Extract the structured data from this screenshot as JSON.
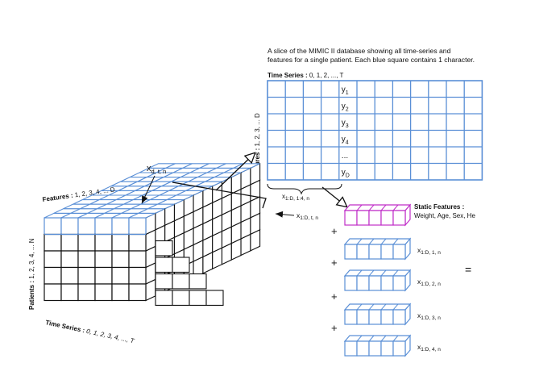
{
  "caption": {
    "line1": "A slice of the MIMIC II database showing all time-series and",
    "line2": "features for a single patient. Each blue square contains 1 character."
  },
  "slice": {
    "time_series_bold": "Time Series :",
    "time_series_values": " 0, 1, 2, ..., T",
    "features_bold": "Features :",
    "features_values": " 1, 2, 3, ... D",
    "y_labels": [
      {
        "base": "y",
        "sub": "1"
      },
      {
        "base": "y",
        "sub": "2"
      },
      {
        "base": "y",
        "sub": "3"
      },
      {
        "base": "y",
        "sub": "4"
      },
      {
        "base": "...",
        "sub": ""
      },
      {
        "base": "y",
        "sub": "D"
      }
    ],
    "brace_label": {
      "base": "x",
      "sub": "1:D, 1:4, n"
    }
  },
  "cube": {
    "features_bold": "Features :",
    "features_values": " 1, 2, 3, 4, ... D",
    "patients_bold": "Patients :",
    "patients_values": " 1, 2, 3, 4, ... N",
    "time_bold": "Time Series :",
    "time_values": " 0, 1, 2, 3, 4, ..., T",
    "x_dtn": {
      "base": "x",
      "sub": "d, t, n"
    },
    "x_1dtn": {
      "base": "x",
      "sub": "1:D, t, n"
    }
  },
  "right": {
    "static_title": "Static Features :",
    "static_values": "Weight, Age, Sex, He",
    "plus_sign": "+",
    "equals_sign": "=",
    "rows": [
      {
        "base": "x",
        "sub": "1:D, 1, n"
      },
      {
        "base": "x",
        "sub": "1:D, 2, n"
      },
      {
        "base": "x",
        "sub": "1:D, 3, n"
      },
      {
        "base": "x",
        "sub": "1:D, 4, n"
      }
    ]
  },
  "colors": {
    "blue": "#5a8fd6",
    "magenta": "#c02fc8",
    "black": "#111111"
  }
}
